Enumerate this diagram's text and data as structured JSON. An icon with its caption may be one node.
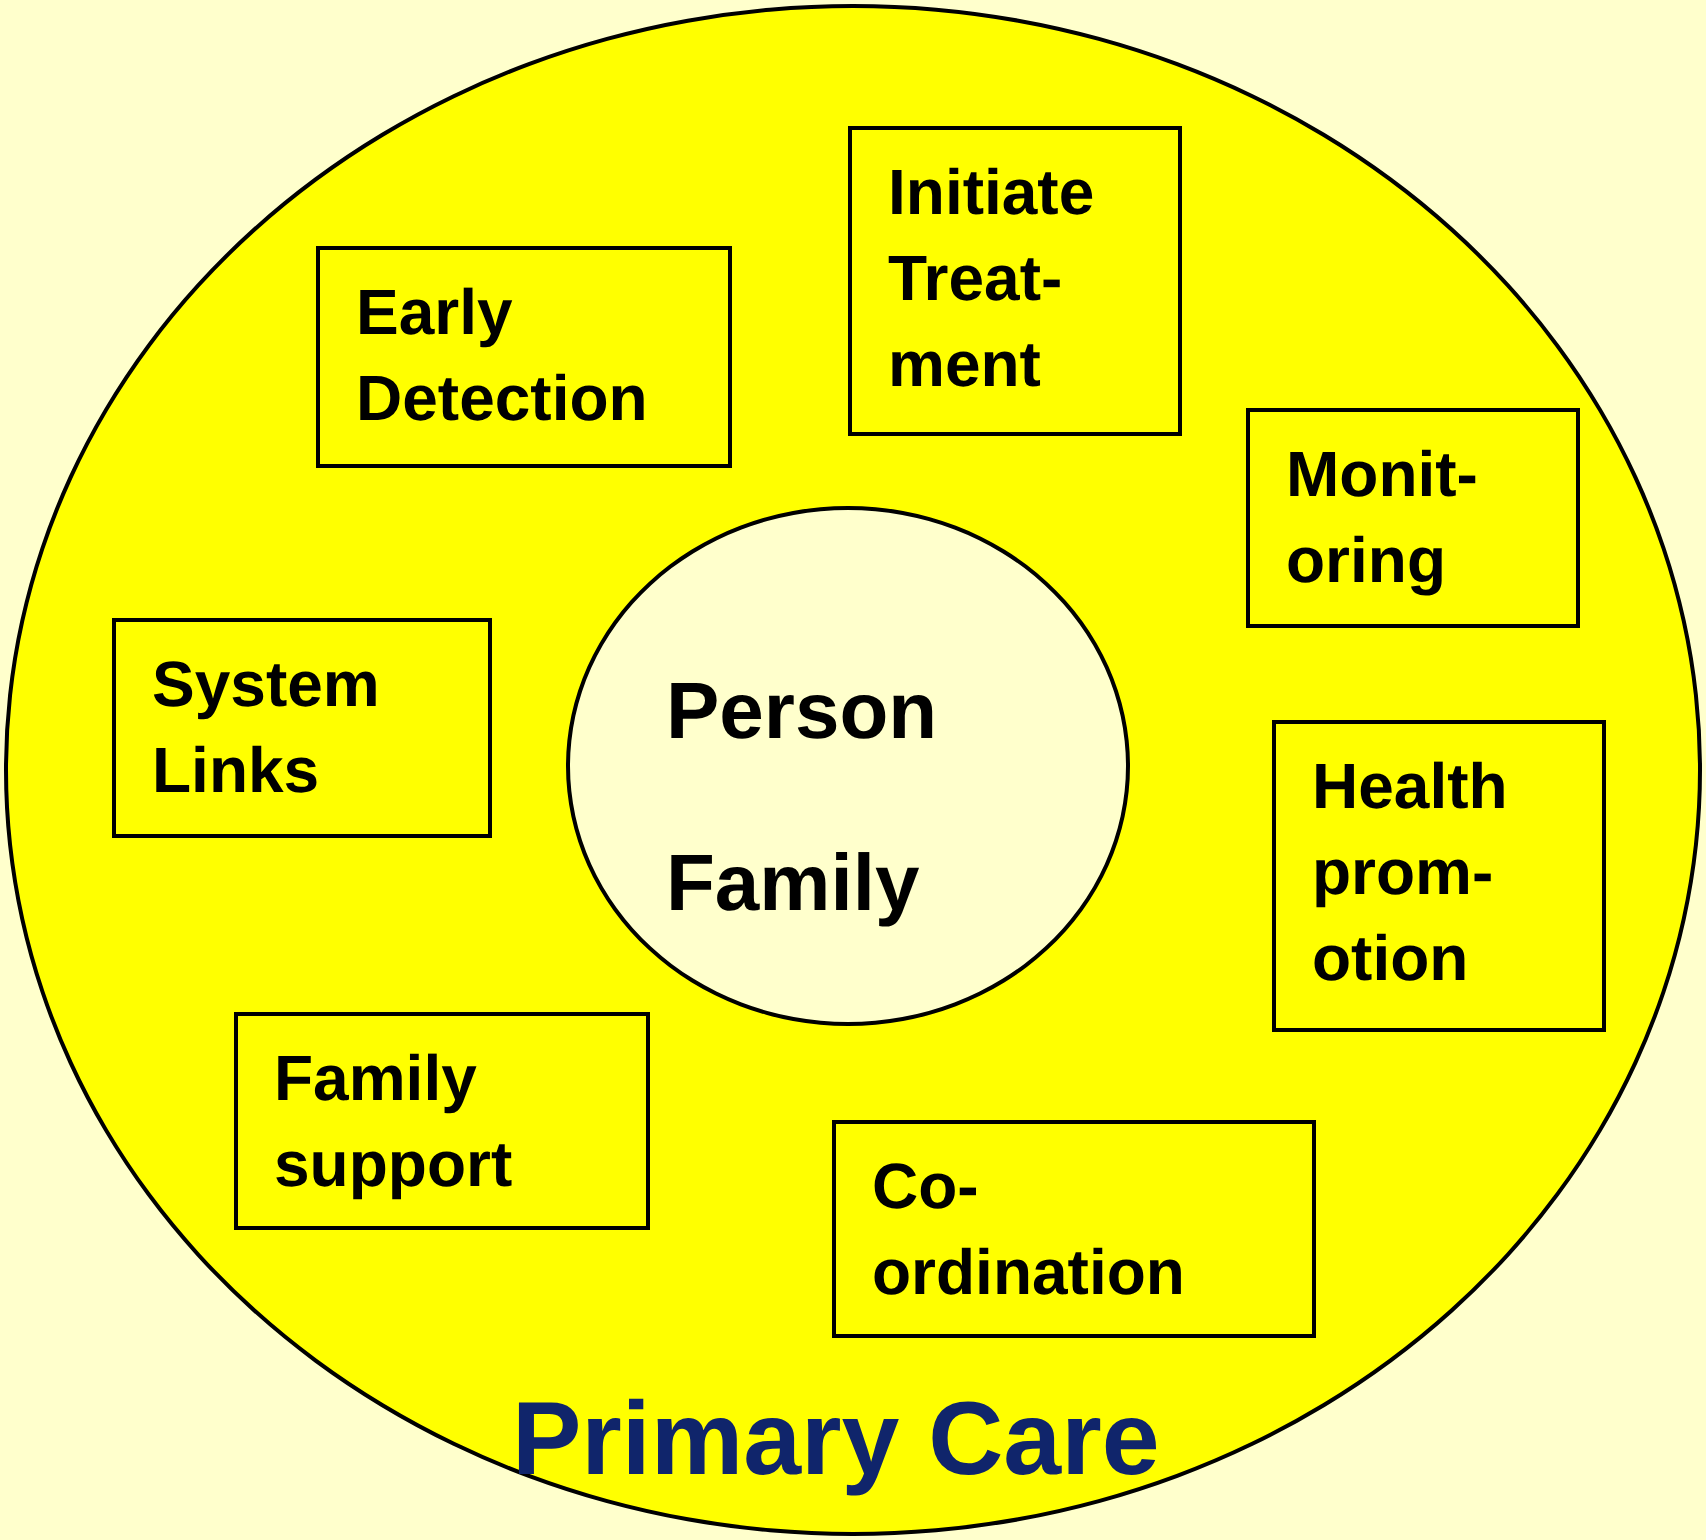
{
  "diagram": {
    "nodes": [
      {
        "text": [
          "Primary Care"
        ]
      },
      {
        "text": [
          "Initiate Treat- ment"
        ],
        "in": 0
      },
      {
        "text": [
          "Early Detection"
        ],
        "in": 0
      },
      {
        "text": [
          "Monit- oring"
        ],
        "in": 0
      },
      {
        "text": [
          "Person",
          "Family"
        ],
        "in": 0
      },
      {
        "text": [
          "System Links"
        ],
        "in": 0
      },
      {
        "text": [
          "Health prom- otion"
        ],
        "in": 0
      },
      {
        "text": [
          "Family support"
        ],
        "in": 0
      },
      {
        "text": [
          "Co- ordination"
        ],
        "in": 0
      }
    ],
    "edges": []
  }
}
